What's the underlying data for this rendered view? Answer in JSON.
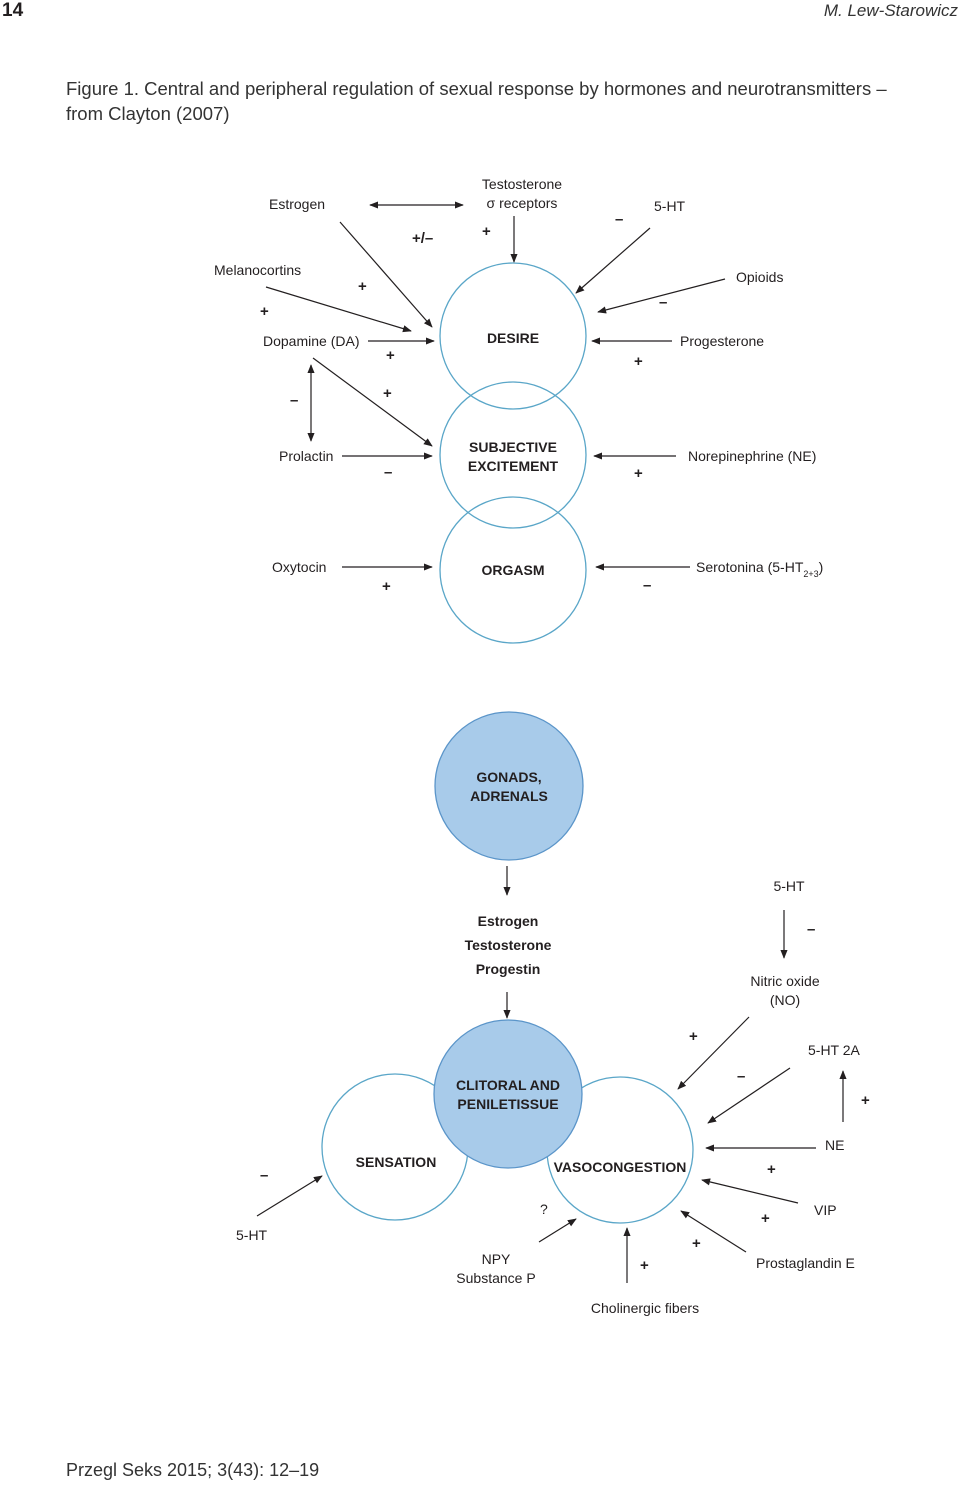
{
  "header": {
    "page_number": "14",
    "author": "M. Lew-Starowicz"
  },
  "caption": {
    "label": "Figure 1.",
    "text": " Central and peripheral regulation of sexual response by hormones and neurotransmitters – from Clayton (2007)"
  },
  "footer": {
    "citation": "Przegl Seks 2015; 3(43): 12–19"
  },
  "colors": {
    "circle_stroke": "#5aa6c8",
    "filled_circle": "#a8cbea"
  },
  "central": {
    "circles": {
      "desire": "DESIRE",
      "subjective_1": "SUBJECTIVE",
      "subjective_2": "EXCITEMENT",
      "orgasm": "ORGASM"
    },
    "labels": {
      "estrogen": "Estrogen",
      "testosterone": "Testosterone",
      "sigma": "σ receptors",
      "ht5": "5-HT",
      "melanocortins": "Melanocortins",
      "opioids": "Opioids",
      "dopamine": "Dopamine (DA)",
      "progesterone": "Progesterone",
      "prolactin": "Prolactin",
      "norepinephrine": "Norepinephrine (NE)",
      "oxytocin": "Oxytocin",
      "serotonina": "Serotonina (5-HT",
      "serotonina_sub": "2+3",
      "serotonina_close": ")"
    },
    "signs": {
      "estrogen": "+/–",
      "testosterone": "+",
      "ht5": "–",
      "melanocortins": "+",
      "dopamine_side": "+",
      "opioids": "–",
      "dopamine": "+",
      "progesterone": "+",
      "da_excite": "+",
      "da_prolactin": "–",
      "prolactin": "–",
      "ne": "+",
      "oxytocin": "+",
      "serotonina": "–"
    }
  },
  "peripheral": {
    "circles": {
      "gonads_1": "GONADS,",
      "gonads_2": "ADRENALS",
      "tissue_1": "CLITORAL AND",
      "tissue_2": "PENILETISSUE",
      "sensation": "SENSATION",
      "vasocongestion": "VASOCONGESTION"
    },
    "hormones": [
      "Estrogen",
      "Testosterone",
      "Progestin"
    ],
    "labels": {
      "ht5_top": "5-HT",
      "no_1": "Nitric oxide",
      "no_2": "(NO)",
      "ht2a": "5-HT 2A",
      "ne": "NE",
      "vip": "VIP",
      "pge": "Prostaglandin E",
      "cholinergic": "Cholinergic fibers",
      "npy": "NPY",
      "substance_p": "Substance P",
      "ht5_left": "5-HT",
      "question": "?"
    },
    "signs": {
      "ht5_top": "–",
      "no": "+",
      "ht2a": "–",
      "ht2a_up": "+",
      "ne": "+",
      "vip": "+",
      "pge": "+",
      "cholinergic": "+",
      "ht5_left": "–"
    }
  }
}
